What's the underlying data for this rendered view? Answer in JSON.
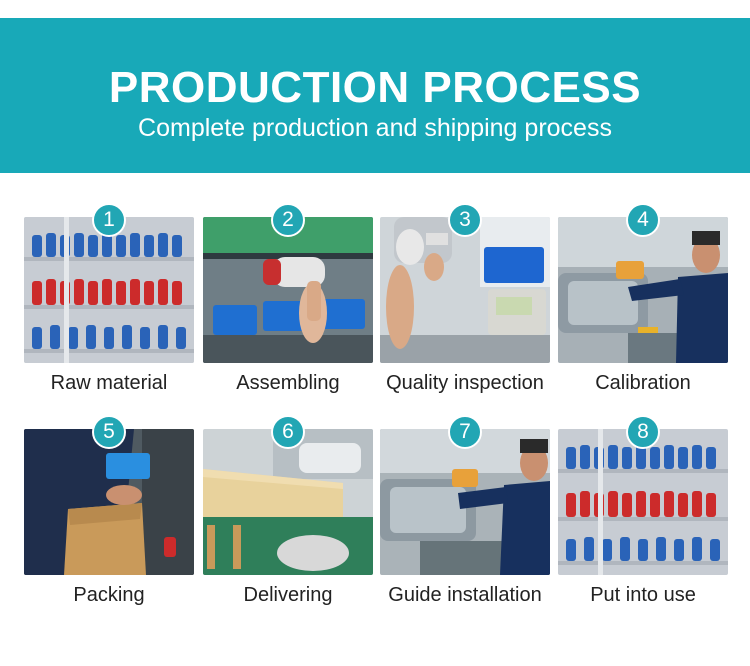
{
  "header": {
    "title": "PRODUCTION PROCESS",
    "subtitle": "Complete production and shipping process"
  },
  "steps": [
    {
      "number": "1",
      "label": "Raw material"
    },
    {
      "number": "2",
      "label": "Assembling"
    },
    {
      "number": "3",
      "label": "Quality inspection"
    },
    {
      "number": "4",
      "label": "Calibration"
    },
    {
      "number": "5",
      "label": "Packing"
    },
    {
      "number": "6",
      "label": "Delivering"
    },
    {
      "number": "7",
      "label": "Guide installation"
    },
    {
      "number": "8",
      "label": "Put into use"
    }
  ],
  "colors": {
    "banner": "#18a9b8",
    "badge": "#22a6b4",
    "caption_text": "#222222"
  }
}
